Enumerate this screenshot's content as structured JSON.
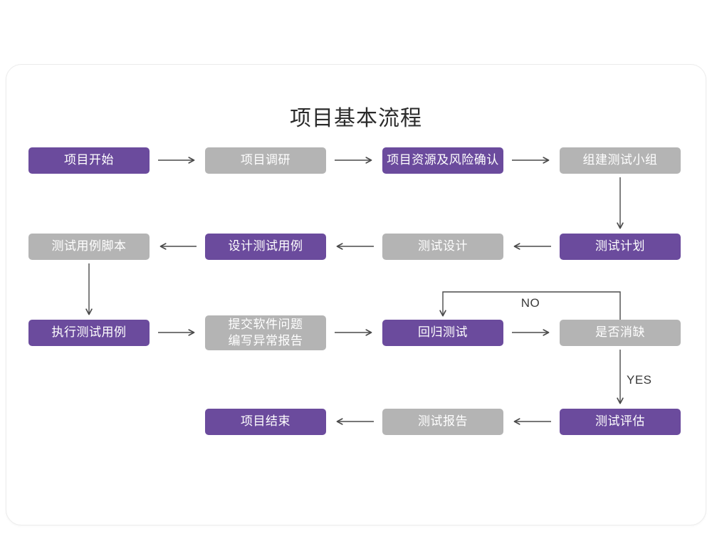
{
  "title": "项目基本流程",
  "colors": {
    "purple_node": "#6B4B9D",
    "gray_node": "#B4B4B4",
    "arrow": "#4A4A4A",
    "title_text": "#2B2B2B",
    "card_background": "#FFFFFF"
  },
  "nodes": [
    {
      "id": "project-start",
      "label": "项目开始",
      "variant": "purple"
    },
    {
      "id": "project-research",
      "label": "项目调研",
      "variant": "gray"
    },
    {
      "id": "resources-risk-confirm",
      "label": "项目资源及风险确认",
      "variant": "purple"
    },
    {
      "id": "build-test-team",
      "label": "组建测试小组",
      "variant": "gray"
    },
    {
      "id": "test-plan",
      "label": "测试计划",
      "variant": "purple"
    },
    {
      "id": "test-design",
      "label": "测试设计",
      "variant": "gray"
    },
    {
      "id": "design-test-cases",
      "label": "设计测试用例",
      "variant": "purple"
    },
    {
      "id": "test-case-script",
      "label": "测试用例脚本",
      "variant": "gray"
    },
    {
      "id": "execute-test-cases",
      "label": "执行测试用例",
      "variant": "purple"
    },
    {
      "id": "submit-issues-report",
      "label": "提交软件问题\n编写异常报告",
      "variant": "gray"
    },
    {
      "id": "regression-test",
      "label": "回归测试",
      "variant": "purple"
    },
    {
      "id": "defect-resolved",
      "label": "是否消缺",
      "variant": "gray"
    },
    {
      "id": "test-evaluation",
      "label": "测试评估",
      "variant": "purple"
    },
    {
      "id": "test-report",
      "label": "测试报告",
      "variant": "gray"
    },
    {
      "id": "project-end",
      "label": "项目结束",
      "variant": "purple"
    }
  ],
  "edge_labels": {
    "no": "NO",
    "yes": "YES"
  }
}
